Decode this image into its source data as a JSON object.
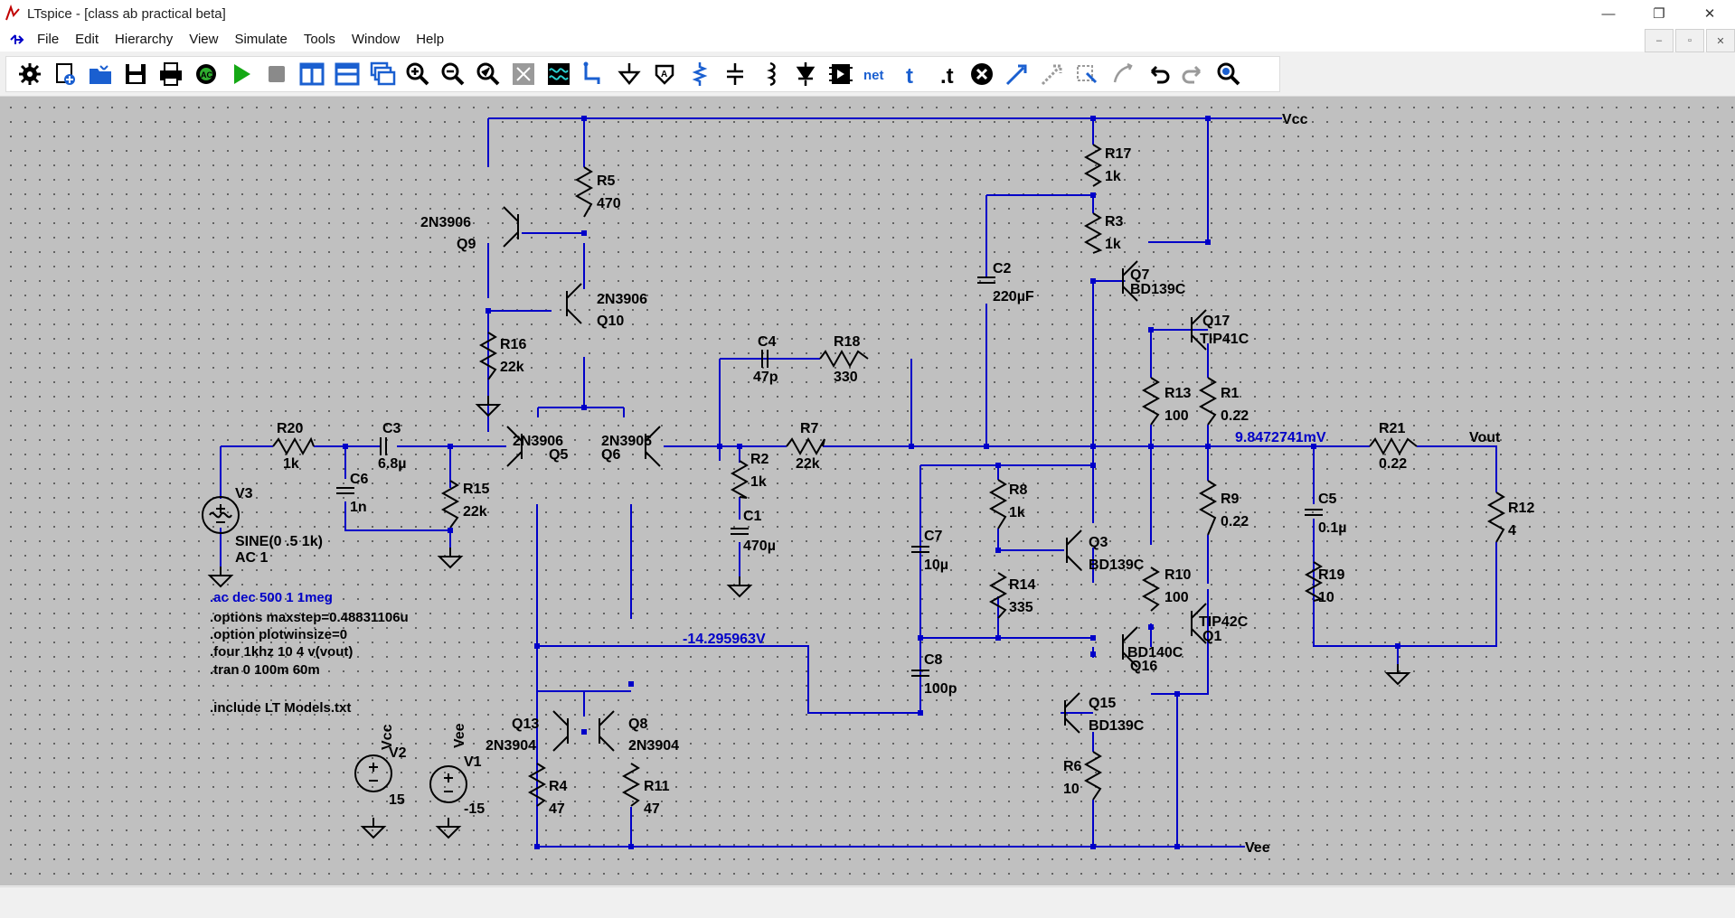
{
  "window": {
    "title": "LTspice - [class ab practical beta]",
    "minimize": "—",
    "restore": "❐",
    "close": "✕"
  },
  "menu": {
    "items": [
      "File",
      "Edit",
      "Hierarchy",
      "View",
      "Simulate",
      "Tools",
      "Window",
      "Help"
    ],
    "mdi_minimize": "–",
    "mdi_restore": "▫",
    "mdi_close": "✕"
  },
  "toolbar": {
    "buttons": [
      "settings-icon",
      "new-schematic-icon",
      "open-icon",
      "save-icon",
      "print-icon",
      "ac-analysis-icon",
      "run-icon",
      "halt-icon",
      "tile-vertical-icon",
      "tile-horizontal-icon",
      "cascade-icon",
      "zoom-in-icon",
      "zoom-out-icon",
      "zoom-fit-icon",
      "autorange-icon",
      "waveform-icon",
      "draw-wire-icon",
      "ground-icon",
      "label-net-icon",
      "resistor-icon",
      "capacitor-icon",
      "inductor-icon",
      "diode-icon",
      "component-icon",
      "netlist-icon",
      "text-icon",
      "spice-directive-icon",
      "delete-icon",
      "drag-icon",
      "move-icon",
      "rotate-icon",
      "mirror-icon",
      "undo-icon",
      "redo-icon",
      "find-icon"
    ]
  },
  "colors": {
    "wire": "#0000c8",
    "component": "#000000",
    "canvas": "#c0c0c0",
    "net_label_probe": "#0000c8"
  },
  "schematic": {
    "nets": {
      "vcc": "Vcc",
      "vee": "Vee",
      "vout": "Vout"
    },
    "probes": {
      "out_voltage": "9.8472741mV",
      "vas_voltage": "-14.295963V"
    },
    "components": {
      "r5": [
        "R5",
        "470"
      ],
      "r16": [
        "R16",
        "22k"
      ],
      "r20": [
        "R20",
        "1k"
      ],
      "r15": [
        "R15",
        "22k"
      ],
      "r2": [
        "R2",
        "1k"
      ],
      "r7": [
        "R7",
        "22k"
      ],
      "r18": [
        "R18",
        "330"
      ],
      "r17": [
        "R17",
        "1k"
      ],
      "r3": [
        "R3",
        "1k"
      ],
      "r13": [
        "R13",
        "100"
      ],
      "r1": [
        "R1",
        "0.22"
      ],
      "r8": [
        "R8",
        "1k"
      ],
      "r14": [
        "R14",
        "335"
      ],
      "r9": [
        "R9",
        "0.22"
      ],
      "r10": [
        "R10",
        "100"
      ],
      "r6": [
        "R6",
        "10"
      ],
      "r4": [
        "R4",
        "47"
      ],
      "r11": [
        "R11",
        "47"
      ],
      "r21": [
        "R21",
        "0.22"
      ],
      "r19": [
        "R19",
        "10"
      ],
      "r12": [
        "R12",
        "4"
      ],
      "c3": [
        "C3",
        "6.8µ"
      ],
      "c6": [
        "C6",
        "1n"
      ],
      "c4": [
        "C4",
        "47p"
      ],
      "c1": [
        "C1",
        "470µ"
      ],
      "c2": [
        "C2",
        "220µF"
      ],
      "c7": [
        "C7",
        "10µ"
      ],
      "c8": [
        "C8",
        "100p"
      ],
      "c5": [
        "C5",
        "0.1µ"
      ],
      "q9": [
        "2N3906",
        "Q9"
      ],
      "q10": [
        "2N3906",
        "Q10"
      ],
      "q5": [
        "2N3906",
        "Q5"
      ],
      "q6": [
        "2N3906",
        "Q6"
      ],
      "q13": [
        "Q13",
        "2N3904"
      ],
      "q8": [
        "Q8",
        "2N3904"
      ],
      "q7": [
        "Q7",
        "BD139C"
      ],
      "q17": [
        "Q17",
        "TIP41C"
      ],
      "q3": [
        "Q3",
        "BD139C"
      ],
      "q16": [
        "BD140C",
        "Q16"
      ],
      "q1": [
        "TIP42C",
        "Q1"
      ],
      "q15": [
        "Q15",
        "BD139C"
      ],
      "v3": [
        "V3",
        "SINE(0 .5 1k)",
        "AC 1"
      ],
      "v2": [
        "V2",
        "15"
      ],
      "v1": [
        "V1",
        "-15"
      ]
    },
    "directives": [
      ".ac dec 500 1 1meg",
      ".options maxstep=0.48831106u",
      ".option plotwinsize=0",
      ".four 1khz 10 4 v(vout)",
      ".tran 0 100m 60m",
      ".include LT Models.txt"
    ]
  }
}
